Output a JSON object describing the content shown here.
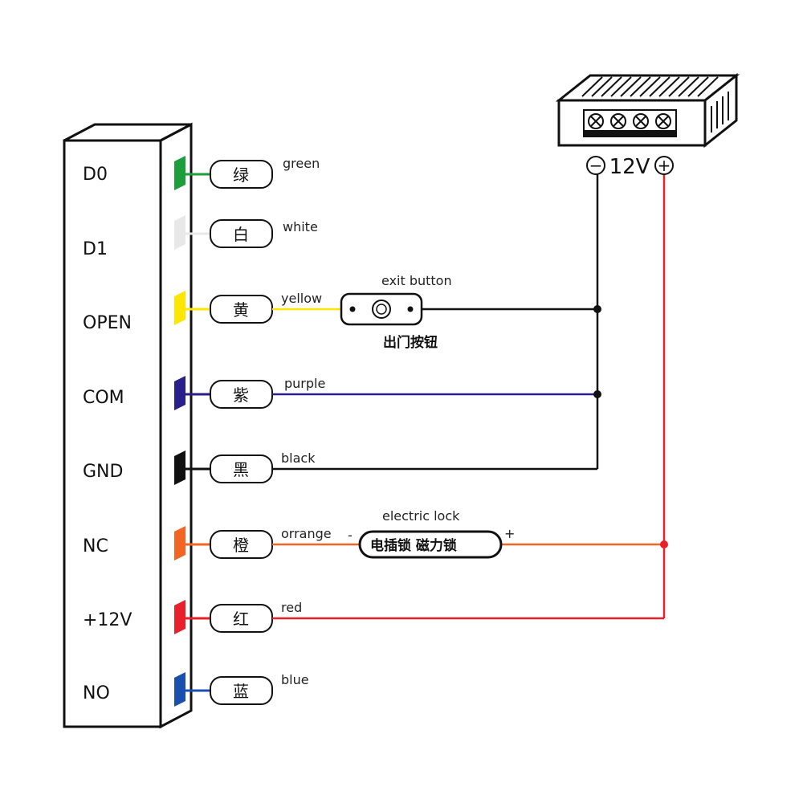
{
  "device": {
    "pins": [
      {
        "label": "D0",
        "wire_color": "#1e9e3a",
        "cn": "绿",
        "en": "green"
      },
      {
        "label": "D1",
        "wire_color": "#e8e8e8",
        "cn": "白",
        "en": "white"
      },
      {
        "label": "OPEN",
        "wire_color": "#ffe600",
        "cn": "黄",
        "en": "yellow"
      },
      {
        "label": "COM",
        "wire_color": "#2b1f8a",
        "cn": "紫",
        "en": "purple"
      },
      {
        "label": "GND",
        "wire_color": "#111111",
        "cn": "黑",
        "en": "black"
      },
      {
        "label": "NC",
        "wire_color": "#f26522",
        "cn": "橙",
        "en": "orrange"
      },
      {
        "label": "+12V",
        "wire_color": "#e8202a",
        "cn": "红",
        "en": "red"
      },
      {
        "label": "NO",
        "wire_color": "#1a4fb0",
        "cn": "蓝",
        "en": "blue"
      }
    ]
  },
  "exit_button": {
    "en": "exit button",
    "cn": "出门按钮"
  },
  "electric_lock": {
    "en": "electric lock",
    "cn": "电插锁  磁力锁",
    "minus": "-",
    "plus": "+"
  },
  "power_supply": {
    "voltage": "12V",
    "minus": "−",
    "plus": "+"
  },
  "colors": {
    "red_wire": "#e8202a",
    "black_wire": "#111111",
    "purple_wire": "#2b1f8a",
    "orange_wire": "#f26522",
    "yellow_wire": "#ffe600"
  }
}
